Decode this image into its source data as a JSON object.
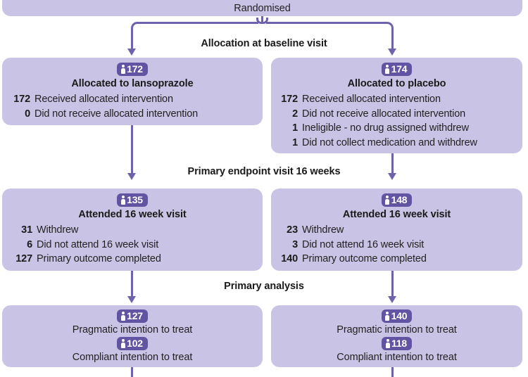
{
  "colors": {
    "box_fill": "#c9c4e5",
    "connector": "#6f61ac",
    "badge_fill": "#6354a3",
    "badge_text": "#ffffff",
    "text": "#231f20",
    "page_background": "#ffffff"
  },
  "top": {
    "label": "Randomised"
  },
  "stages": [
    {
      "label": "Allocation at baseline visit"
    },
    {
      "label": "Primary endpoint visit 16 weeks"
    },
    {
      "label": "Primary analysis"
    }
  ],
  "allocation": {
    "left": {
      "badge": {
        "icon": "person-icon",
        "count": "172"
      },
      "title": "Allocated to lansoprazole",
      "items": [
        {
          "num": "172",
          "text": "Received allocated intervention"
        },
        {
          "num": "0",
          "text": "Did not receive allocated intervention"
        }
      ]
    },
    "right": {
      "badge": {
        "icon": "person-icon",
        "count": "174"
      },
      "title": "Allocated to placebo",
      "items": [
        {
          "num": "172",
          "text": "Received allocated intervention"
        },
        {
          "num": "2",
          "text": "Did not receive allocated intervention"
        },
        {
          "num": "1",
          "text": "Ineligible - no drug assigned withdrew"
        },
        {
          "num": "1",
          "text": "Did not collect medication and withdrew"
        }
      ]
    }
  },
  "endpoint": {
    "left": {
      "badge": {
        "icon": "person-icon",
        "count": "135"
      },
      "title": "Attended 16 week visit",
      "items": [
        {
          "num": "31",
          "text": "Withdrew"
        },
        {
          "num": "6",
          "text": "Did not attend 16 week visit"
        },
        {
          "num": "127",
          "text": "Primary outcome completed"
        }
      ]
    },
    "right": {
      "badge": {
        "icon": "person-icon",
        "count": "148"
      },
      "title": "Attended 16 week visit",
      "items": [
        {
          "num": "23",
          "text": "Withdrew"
        },
        {
          "num": "3",
          "text": "Did not attend 16 week visit"
        },
        {
          "num": "140",
          "text": "Primary outcome completed"
        }
      ]
    }
  },
  "analysis": {
    "left": {
      "badge_pragmatic": {
        "icon": "person-icon",
        "count": "127"
      },
      "label_pragmatic": "Pragmatic intention to treat",
      "badge_compliant": {
        "icon": "person-icon",
        "count": "102"
      },
      "label_compliant": "Compliant intention to treat"
    },
    "right": {
      "badge_pragmatic": {
        "icon": "person-icon",
        "count": "140"
      },
      "label_pragmatic": "Pragmatic intention to treat",
      "badge_compliant": {
        "icon": "person-icon",
        "count": "118"
      },
      "label_compliant": "Compliant intention to treat"
    }
  }
}
